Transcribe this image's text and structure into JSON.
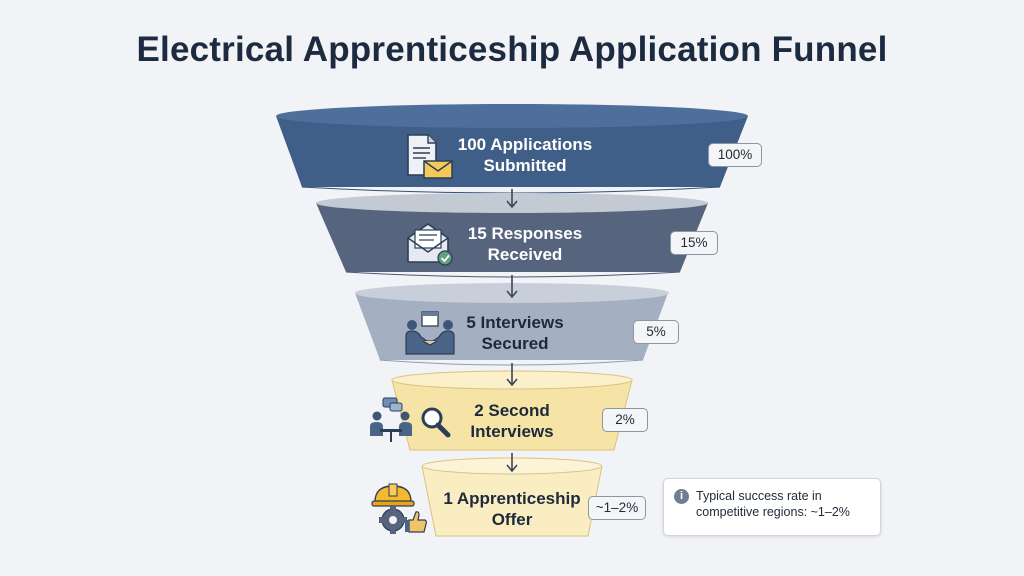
{
  "title": "Electrical Apprenticeship Application Funnel",
  "colors": {
    "stage1": "#3f5e88",
    "stage2": "#56657d",
    "stage3": "#a4b0c2",
    "stage4": "#f6e4a6",
    "stage5": "#faedc2"
  },
  "stages": [
    {
      "line1": "100 Applications",
      "line2": "Submitted",
      "percent": "100%",
      "icon": "document-envelope-icon"
    },
    {
      "line1": "15 Responses",
      "line2": "Received",
      "percent": "15%",
      "icon": "envelope-check-icon"
    },
    {
      "line1": "5 Interviews",
      "line2": "Secured",
      "percent": "5%",
      "icon": "handshake-calendar-icon"
    },
    {
      "line1": "2 Second",
      "line2": "Interviews",
      "percent": "2%",
      "icon": "meeting-magnifier-icon"
    },
    {
      "line1": "1 Apprenticeship",
      "line2": "Offer",
      "percent": "~1–2%",
      "icon": "hardhat-gear-thumbsup-icon"
    }
  ],
  "note": {
    "icon": "info-icon",
    "line1": "Typical success rate in",
    "line2": "competitive regions: ~1–2%"
  }
}
